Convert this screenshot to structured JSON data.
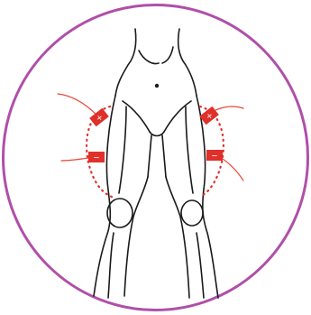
{
  "colors": {
    "frame": "#b04fa8",
    "outline": "#1a1a1a",
    "electrode": "#e0302a",
    "wire": "#e84a3a",
    "dots": "#e0302a"
  },
  "electrodes": [
    {
      "id": "left-upper",
      "sign": "+"
    },
    {
      "id": "left-lower",
      "sign": "−"
    },
    {
      "id": "right-upper",
      "sign": "+"
    },
    {
      "id": "right-lower",
      "sign": "−"
    }
  ]
}
